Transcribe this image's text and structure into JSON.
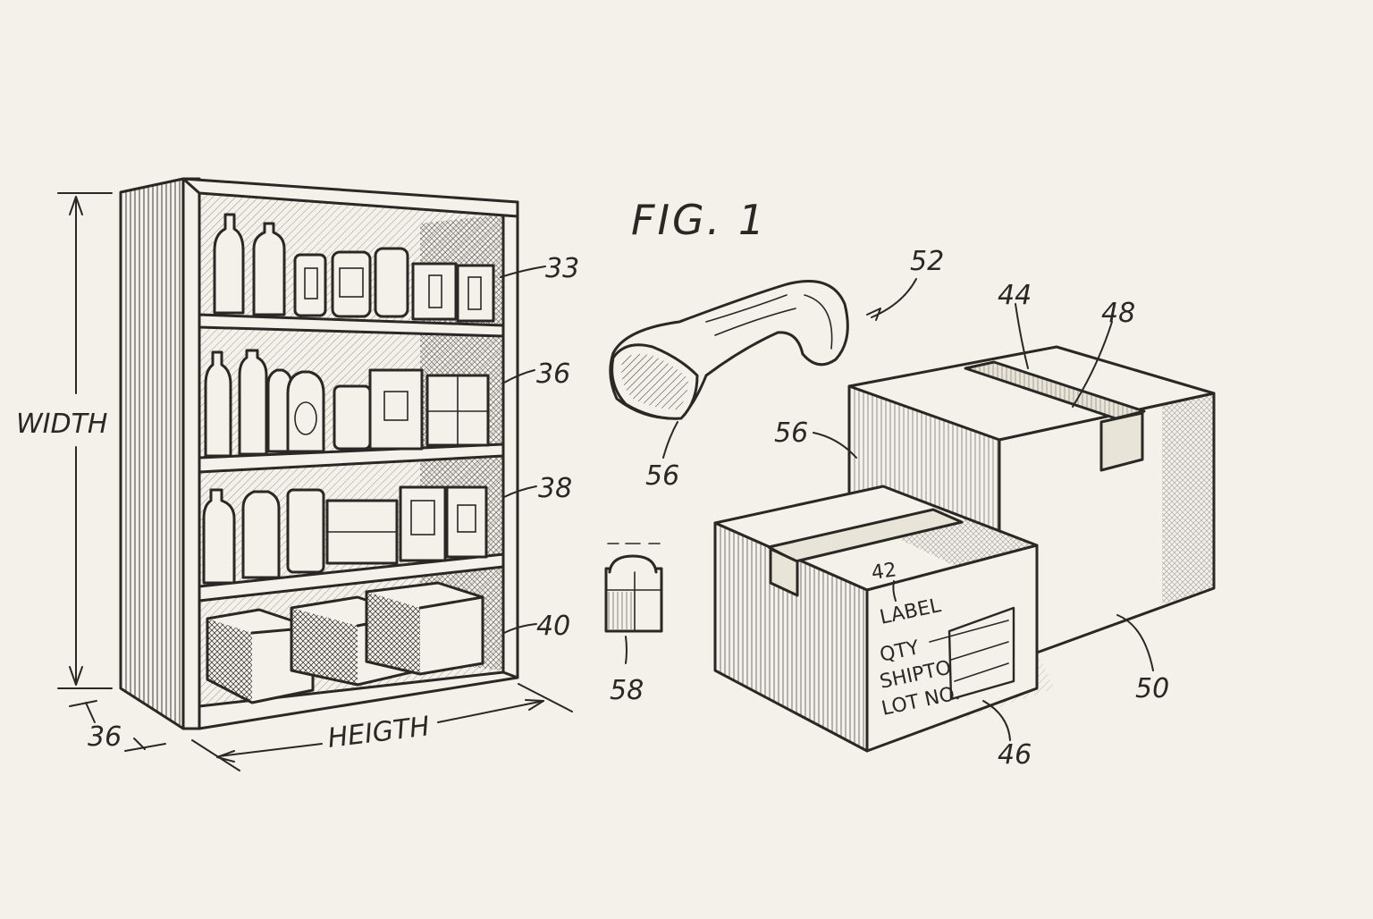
{
  "figure": {
    "title": "FIG. 1"
  },
  "dimensions": {
    "width": "WIDTH",
    "height": "HEIGTH",
    "depth": "36"
  },
  "refs": {
    "r33": "33",
    "r36": "36",
    "r38": "38",
    "r40": "40",
    "r52": "52",
    "r56a": "56",
    "r56b": "56",
    "r58": "58",
    "r44": "44",
    "r48": "48",
    "r50": "50",
    "r46": "46",
    "r42": "42"
  },
  "label": {
    "title": "LABEL",
    "qty": "QTY",
    "ship": "SHIPTO",
    "lot": "LOT NO."
  },
  "colors": {
    "paper": "#f4f1ea",
    "ink": "#2a2824"
  }
}
